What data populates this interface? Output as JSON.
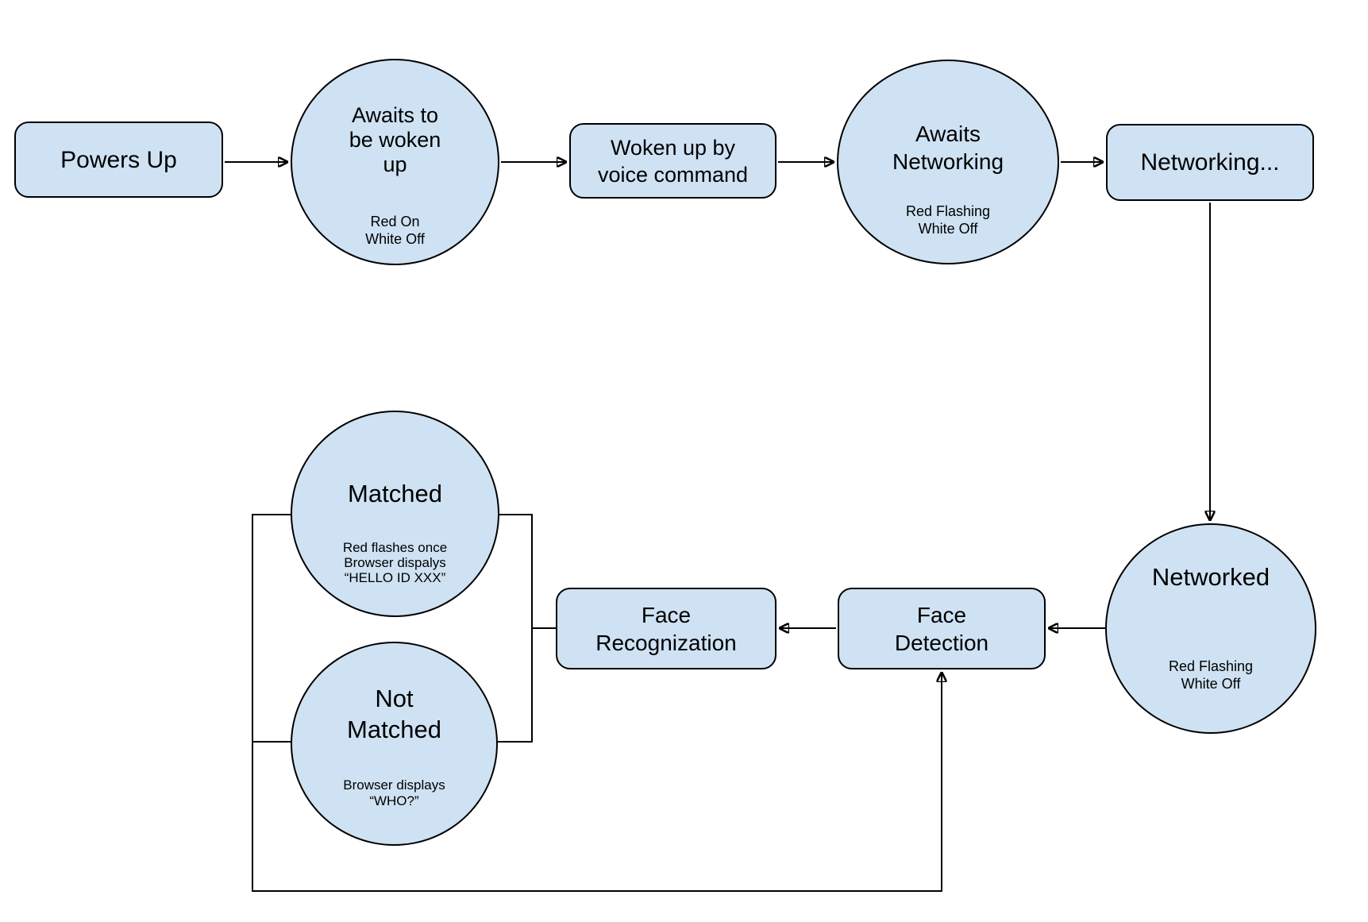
{
  "diagram": {
    "colors": {
      "node_fill": "#cfe2f3",
      "node_border": "#000000",
      "connector": "#000000",
      "background": "#ffffff"
    },
    "nodes": {
      "powers_up": {
        "label": "Powers Up"
      },
      "awaits_woken": {
        "label": "Awaits to\nbe woken\nup",
        "sublabel": "Red On\nWhite Off"
      },
      "woken_voice": {
        "label": "Woken up by\nvoice command"
      },
      "awaits_networking": {
        "label": "Awaits\nNetworking",
        "sublabel": "Red Flashing\nWhite Off"
      },
      "networking": {
        "label": "Networking..."
      },
      "networked": {
        "label": "Networked",
        "sublabel": "Red Flashing\nWhite Off"
      },
      "face_detection": {
        "label": "Face\nDetection"
      },
      "face_recognization": {
        "label": "Face\nRecognization"
      },
      "matched": {
        "label": "Matched",
        "sublabel": "Red flashes once\nBrowser dispalys\n“HELLO ID XXX”"
      },
      "not_matched": {
        "label": "Not\nMatched",
        "sublabel": "Browser displays\n“WHO?”"
      }
    },
    "edges": [
      {
        "from": "powers_up",
        "to": "awaits_woken",
        "arrow": true
      },
      {
        "from": "awaits_woken",
        "to": "woken_voice",
        "arrow": true
      },
      {
        "from": "woken_voice",
        "to": "awaits_networking",
        "arrow": true
      },
      {
        "from": "awaits_networking",
        "to": "networking",
        "arrow": true
      },
      {
        "from": "networking",
        "to": "networked",
        "arrow": true
      },
      {
        "from": "networked",
        "to": "face_detection",
        "arrow": true
      },
      {
        "from": "face_detection",
        "to": "face_recognization",
        "arrow": true
      },
      {
        "from": "face_recognization",
        "to": "matched",
        "arrow": false
      },
      {
        "from": "face_recognization",
        "to": "not_matched",
        "arrow": false
      },
      {
        "from": "matched",
        "to": "face_detection",
        "arrow": true
      },
      {
        "from": "not_matched",
        "to": "face_detection",
        "arrow": true
      }
    ]
  }
}
